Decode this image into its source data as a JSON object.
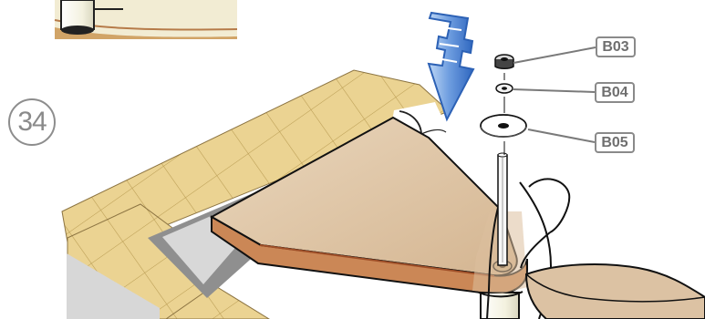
{
  "step": {
    "number": "34"
  },
  "parts": [
    {
      "code": "B03",
      "item": "nut"
    },
    {
      "code": "B04",
      "item": "washer"
    },
    {
      "code": "B05",
      "item": "large-washer"
    }
  ],
  "colors": {
    "tile": "#ebd392",
    "tile_line": "#b99c52",
    "shelf": "#dcc2a3",
    "shelf_edge": "#b86b3d",
    "arrow_blue": "#7aa6dd",
    "arrow_blue_dark": "#2d68bd",
    "label_border": "#8a8a8a",
    "label_text": "#6f6f6f"
  }
}
